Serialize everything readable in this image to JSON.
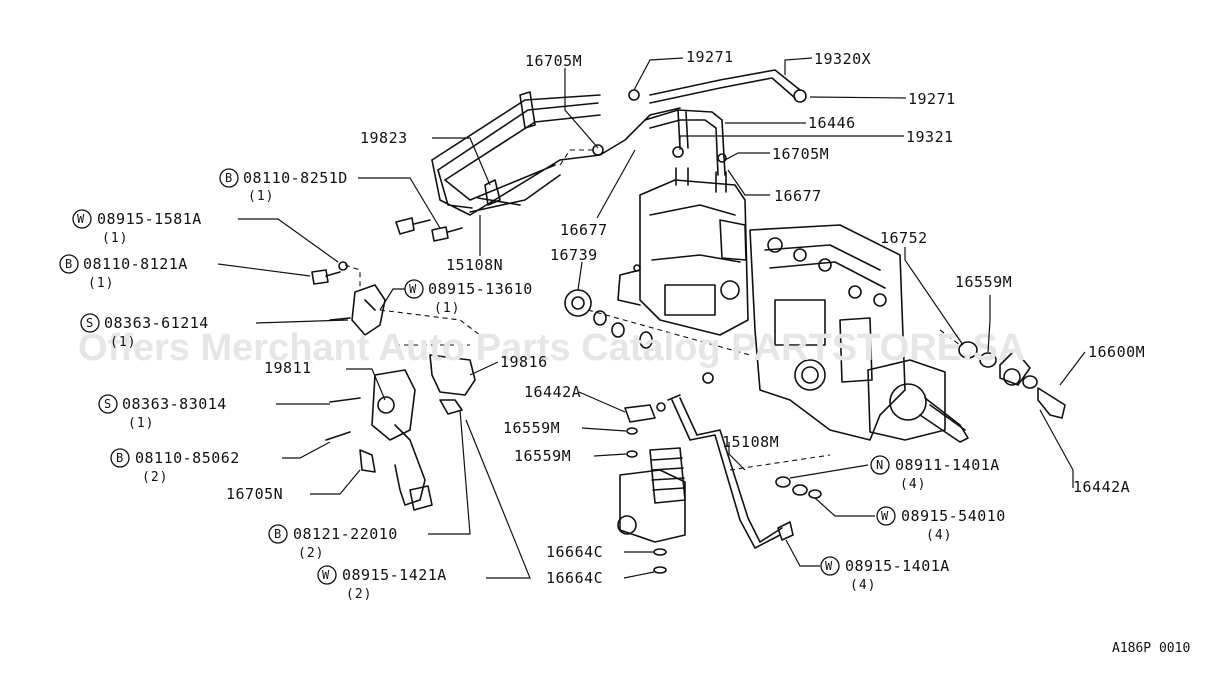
{
  "diagram": {
    "ref_code": "A186P 0010",
    "watermark": "Offers Merchant Auto Parts Catalog PARTSTORE.SA",
    "labels": {
      "l16705M_top": "16705M",
      "l19271_top": "19271",
      "l19320X": "19320X",
      "l19271_right": "19271",
      "l16446": "16446",
      "l19321": "19321",
      "l19823": "19823",
      "l16705M_mid": "16705M",
      "l08110_8251D": "08110-8251D",
      "q08110_8251D": "(1)",
      "l16677_right": "16677",
      "l08915_1581A": "08915-1581A",
      "q08915_1581A": "(1)",
      "l16677_left": "16677",
      "l15108N": "15108N",
      "l16739": "16739",
      "l16752": "16752",
      "l08110_8121A": "08110-8121A",
      "q08110_8121A": "(1)",
      "l08915_13610": "08915-13610",
      "q08915_13610": "(1)",
      "l16559M_right": "16559M",
      "l08363_61214": "08363-61214",
      "q08363_61214": "(1)",
      "l19811": "19811",
      "l19816": "19816",
      "l16600M": "16600M",
      "l16442A_mid": "16442A",
      "l08363_83014": "08363-83014",
      "q08363_83014": "(1)",
      "l16559M_a": "16559M",
      "l16559M_b": "16559M",
      "l15108M": "15108M",
      "l08110_85062": "08110-85062",
      "q08110_85062": "(2)",
      "l08911_1401A": "08911-1401A",
      "q08911_1401A": "(4)",
      "l16442A_right": "16442A",
      "l16705N": "16705N",
      "l08915_54010": "08915-54010",
      "q08915_54010": "(4)",
      "l08121_22010": "08121-22010",
      "q08121_22010": "(2)",
      "l16664C_a": "16664C",
      "l08915_1401A": "08915-1401A",
      "q08915_1401A": "(4)",
      "l08915_1421A": "08915-1421A",
      "q08915_1421A": "(2)",
      "l16664C_b": "16664C"
    },
    "markers": {
      "b": "B",
      "w": "W",
      "s": "S",
      "n": "N"
    }
  }
}
